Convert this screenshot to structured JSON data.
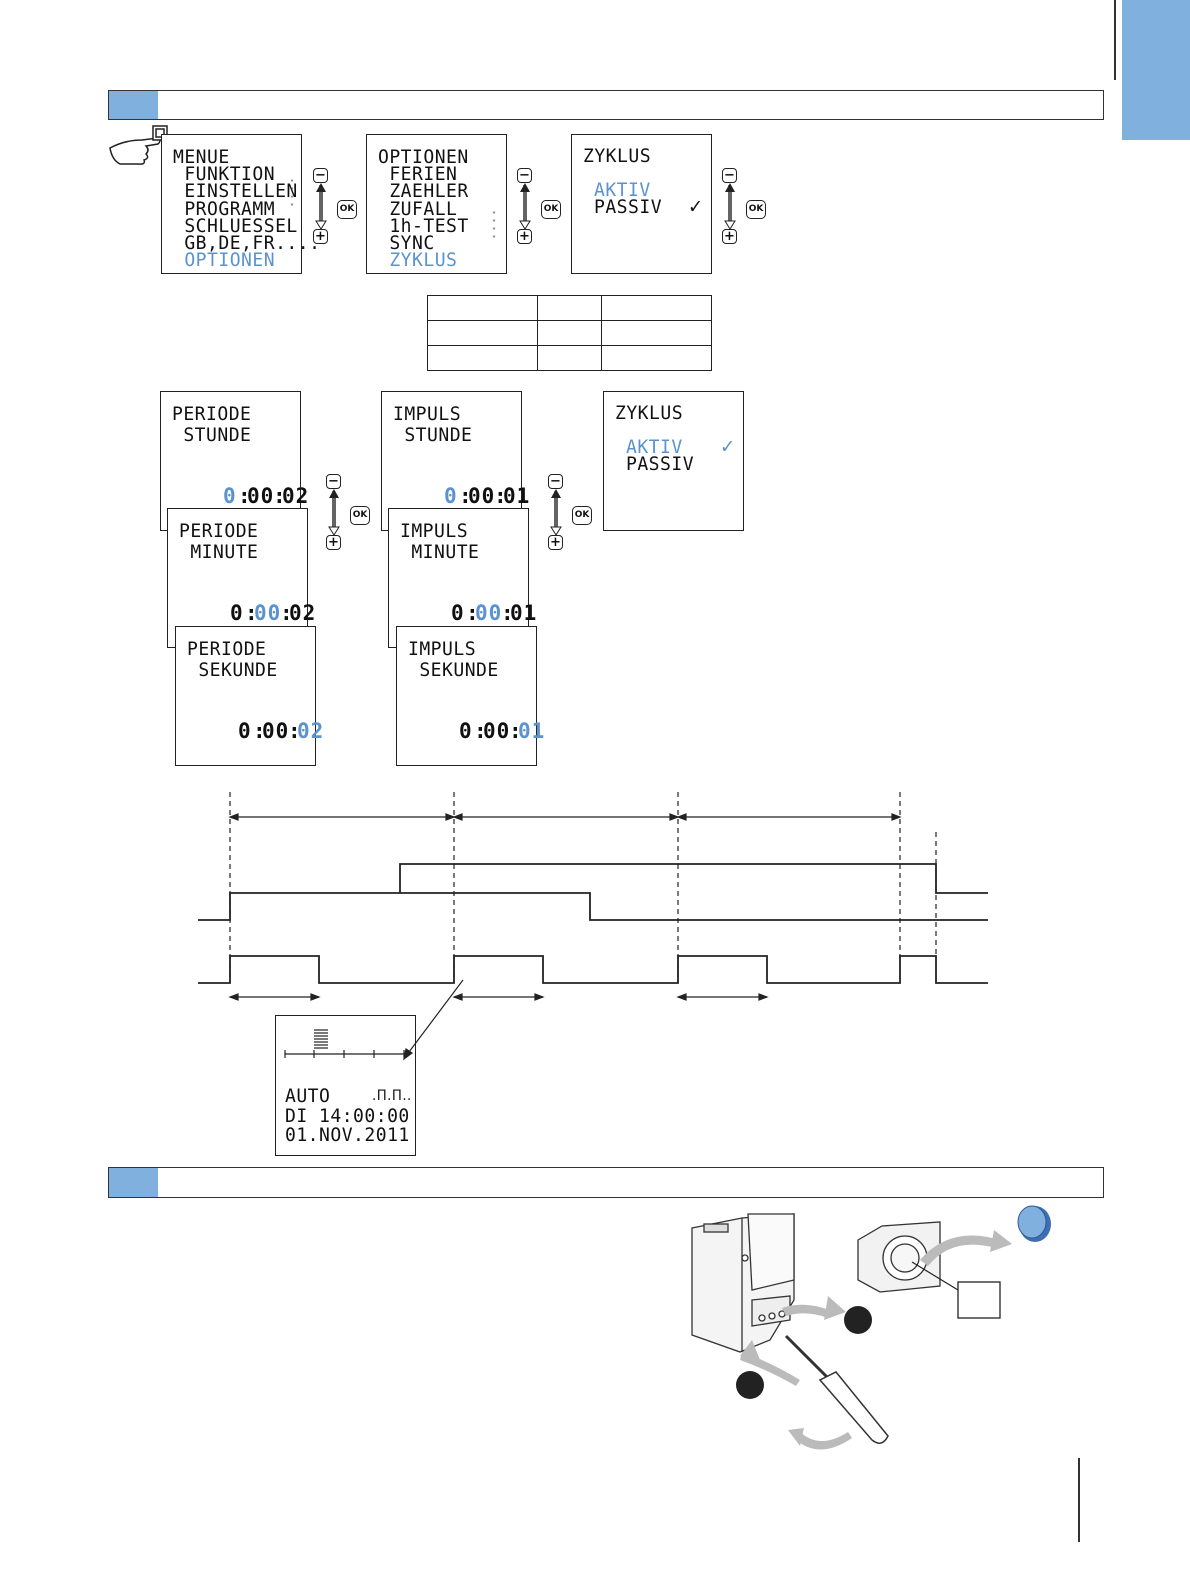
{
  "menu_screen": {
    "items": [
      "MENUE",
      " FUNKTION",
      " EINSTELLEN",
      " PROGRAMM",
      " SCHLUESSEL",
      " GB,DE,FR....",
      " OPTIONEN"
    ],
    "selected_index": 6
  },
  "options_screen": {
    "items": [
      "OPTIONEN",
      " FERIEN",
      " ZAEHLER",
      " ZUFALL",
      " 1h-TEST",
      " SYNC",
      " ZYKLUS"
    ],
    "selected_index": 6
  },
  "zyklus_screen_1": {
    "title": "ZYKLUS",
    "active": "AKTIV",
    "passive": "PASSIV",
    "check": "✓"
  },
  "zyklus_screen_2": {
    "title": "ZYKLUS",
    "active": "AKTIV",
    "passive": "PASSIV",
    "check": "✓"
  },
  "buttons": {
    "minus": "−",
    "plus": "+",
    "ok": "OK"
  },
  "periode_screens": [
    {
      "line1": "PERIODE",
      "line2": " STUNDE",
      "h": "0",
      "m": "00",
      "s": "02",
      "hl": "h"
    },
    {
      "line1": "PERIODE",
      "line2": " MINUTE",
      "h": "0",
      "m": "00",
      "s": "02",
      "hl": "m"
    },
    {
      "line1": "PERIODE",
      "line2": " SEKUNDE",
      "h": "0",
      "m": "00",
      "s": "02",
      "hl": "s"
    }
  ],
  "impuls_screens": [
    {
      "line1": "IMPULS",
      "line2": " STUNDE",
      "h": "0",
      "m": "00",
      "s": "01",
      "hl": "h"
    },
    {
      "line1": "IMPULS",
      "line2": " MINUTE",
      "h": "0",
      "m": "00",
      "s": "01",
      "hl": "m"
    },
    {
      "line1": "IMPULS",
      "line2": " SEKUNDE",
      "h": "0",
      "m": "00",
      "s": "01",
      "hl": "s"
    }
  ],
  "status_screen": {
    "mode": "AUTO",
    "pulse_symbol": ".Π.Π..",
    "time_line": "DI 14:00:00",
    "date_line": "01.NOV.2011"
  },
  "colors": {
    "highlight": "#5b93d0",
    "tab": "#7fb0de"
  }
}
